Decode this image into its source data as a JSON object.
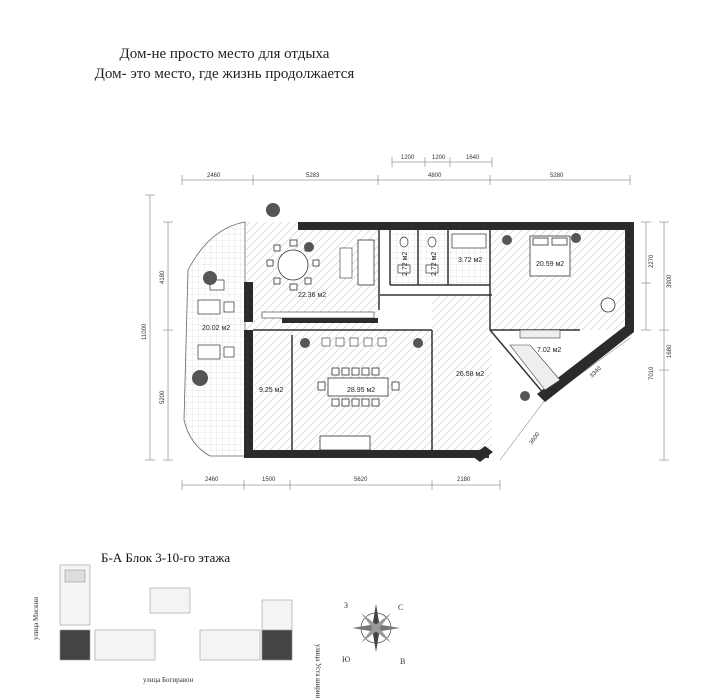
{
  "tagline": {
    "line1": "Дом-не просто место для отдыха",
    "line2": "Дом- это место, где жизнь продолжается"
  },
  "dimensions": {
    "top_row1": [
      "1200",
      "1200",
      "1640"
    ],
    "top_row2": [
      "2460",
      "5283",
      "4800",
      "5280"
    ],
    "bottom": [
      "2460",
      "1500",
      "5620",
      "2180"
    ],
    "left": [
      "11000",
      "4180",
      "5200"
    ],
    "right": [
      "2270",
      "3900",
      "1680",
      "7010"
    ],
    "diagonal": [
      "3340",
      "3600"
    ]
  },
  "rooms": [
    {
      "id": "living",
      "area": "22.36 м2"
    },
    {
      "id": "terrace",
      "area": "20.02 м2"
    },
    {
      "id": "wc1",
      "area": "2.72 м2"
    },
    {
      "id": "wc2",
      "area": "2.72 м2"
    },
    {
      "id": "bath",
      "area": "3.72 м2"
    },
    {
      "id": "bedroom",
      "area": "20.59 м2"
    },
    {
      "id": "dressing",
      "area": "7.02 м2"
    },
    {
      "id": "small",
      "area": "9.25 м2"
    },
    {
      "id": "dining",
      "area": "28.95 м2"
    },
    {
      "id": "hall",
      "area": "26.58 м2"
    }
  ],
  "block_title": "Б-А  Блок 3-10-го этажа",
  "streets": {
    "left": "улица Мискин",
    "right": "улица Устa ширин",
    "bottom": "улица Богиравон"
  },
  "compass": {
    "north": "С",
    "south": "Ю",
    "east": "В",
    "west": "З"
  },
  "colors": {
    "wall": "#2b2b2b",
    "highlight": "#3a3a3a",
    "line": "#555555"
  }
}
